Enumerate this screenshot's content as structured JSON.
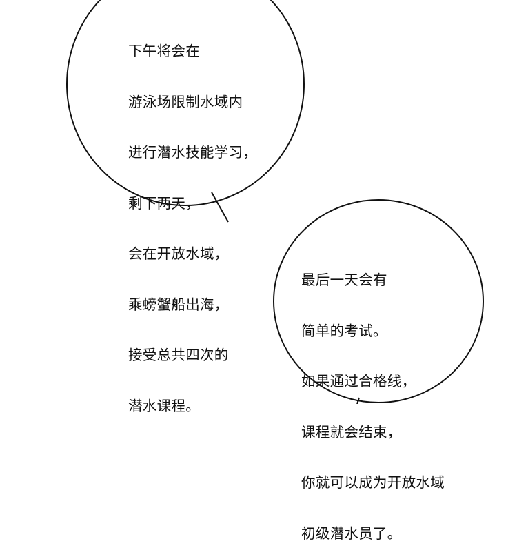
{
  "panel": {
    "background": "#ffffff",
    "stroke_color": "#111111"
  },
  "bubbles": [
    {
      "id": "bubble-1",
      "lines": [
        "下午将会在",
        "游泳场限制水域内",
        "进行潜水技能学习，",
        "剩下两天，",
        "会在开放水域，",
        "乘螃蟹船出海，",
        "接受总共四次的",
        "潜水课程。"
      ]
    },
    {
      "id": "bubble-2",
      "lines": [
        "最后一天会有",
        "简单的考试。",
        "如果通过合格线，",
        "课程就会结束，",
        "你就可以成为开放水域",
        "初级潜水员了。"
      ]
    }
  ]
}
